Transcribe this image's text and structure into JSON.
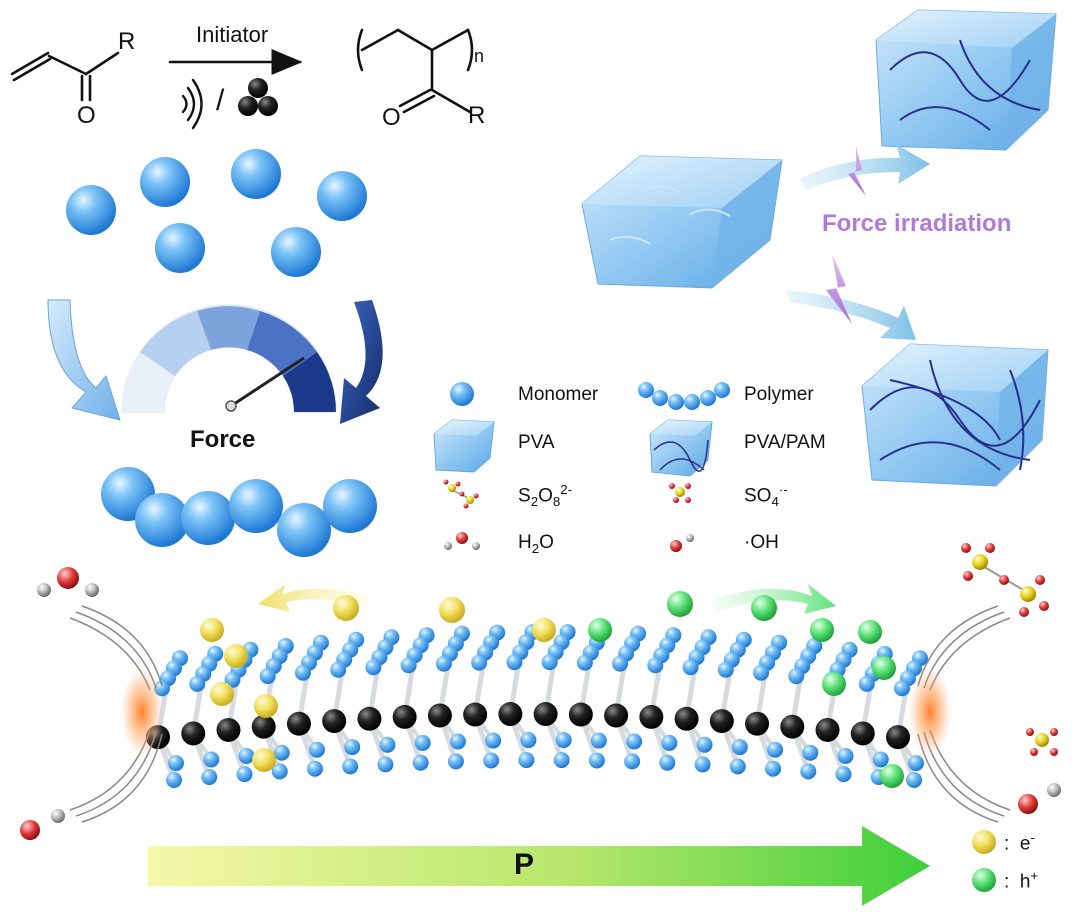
{
  "reaction": {
    "substituent_left": "R",
    "oxygen_left": "O",
    "initiator_label": "Initiator",
    "slash": "/",
    "subscript_n": "n",
    "oxygen_right": "O",
    "substituent_right": "R"
  },
  "gauge": {
    "label": "Force"
  },
  "hydrogel": {
    "process_label": "Force irradiation"
  },
  "legend": {
    "monomer": "Monomer",
    "polymer": "Polymer",
    "pva": "PVA",
    "pva_pam": "PVA/PAM",
    "persulfate_main": "S",
    "persulfate_sub1": "2",
    "persulfate_o": "O",
    "persulfate_sub2": "8",
    "persulfate_charge": "2-",
    "sulfate_main": "SO",
    "sulfate_sub": "4",
    "sulfate_charge": "·-",
    "water_main": "H",
    "water_sub": "2",
    "water_o": "O",
    "hydroxyl": "·OH"
  },
  "piezo": {
    "polarization_label": "P",
    "electron_colon": ":",
    "electron_main": "e",
    "electron_sup": "-",
    "hole_colon": ":",
    "hole_main": "h",
    "hole_sup": "+"
  },
  "colors": {
    "monomer_blue": "#4aa6ee",
    "electron_yellow": "#f2e060",
    "hole_green": "#5fe27a",
    "force_purple": "#b07ad6",
    "arrow_dark_blue": "#1f3d8a",
    "arrow_light_blue": "#8fc2ef",
    "polymer_chain": "#2a2f8f"
  },
  "icons": [
    "ultrasound-icon",
    "ball-mill-icon",
    "lightning-icon",
    "curved-arrow-icon"
  ]
}
